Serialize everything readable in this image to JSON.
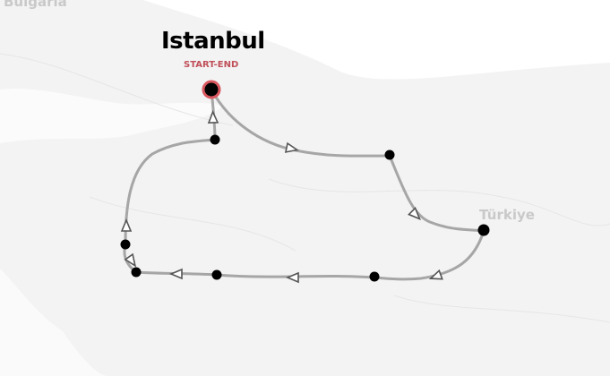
{
  "map": {
    "countries": [
      "Bulgaria",
      "Türkiye"
    ],
    "city": {
      "name": "Istanbul",
      "tag": "START-END"
    },
    "colors": {
      "route": "#a6a6a6",
      "stop": "#000000",
      "start_ring": "#d9575f",
      "start_tag": "#c0505a",
      "land": "#f3f3f3",
      "sea": "#ffffff"
    }
  }
}
